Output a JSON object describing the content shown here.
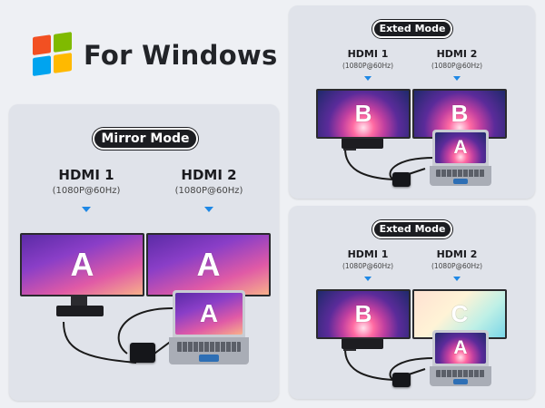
{
  "header": {
    "title": "For Windows",
    "logo_icon": "windows-logo-icon"
  },
  "colors": {
    "accent_arrow": "#1e88e5",
    "pill_bg": "#1c1d21",
    "card_bg": "#e0e3ea"
  },
  "mirror_mode": {
    "label": "Mirror Mode",
    "ports": [
      {
        "name": "HDMI 1",
        "spec": "(1080P@60Hz)"
      },
      {
        "name": "HDMI 2",
        "spec": "(1080P@60Hz)"
      }
    ],
    "screens": {
      "monitor1": "A",
      "monitor2": "A",
      "laptop": "A"
    }
  },
  "extend_mode_1": {
    "label": "Exted Mode",
    "ports": [
      {
        "name": "HDMI 1",
        "spec": "(1080P@60Hz)"
      },
      {
        "name": "HDMI 2",
        "spec": "(1080P@60Hz)"
      }
    ],
    "screens": {
      "monitor1": "B",
      "monitor2": "B",
      "laptop": "A"
    }
  },
  "extend_mode_2": {
    "label": "Exted Mode",
    "ports": [
      {
        "name": "HDMI 1",
        "spec": "(1080P@60Hz)"
      },
      {
        "name": "HDMI 2",
        "spec": "(1080P@60Hz)"
      }
    ],
    "screens": {
      "monitor1": "B",
      "monitor2": "C",
      "laptop": "A"
    }
  }
}
